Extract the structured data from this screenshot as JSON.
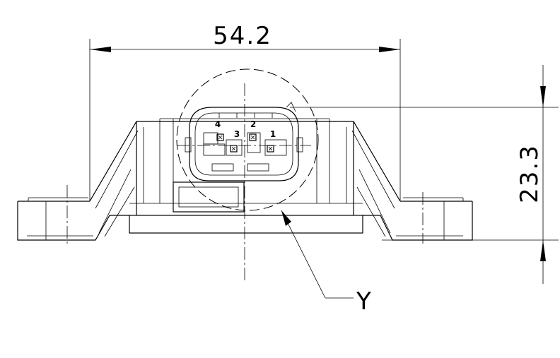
{
  "dimensions": {
    "width": "54.2",
    "height": "23.3"
  },
  "detail_label": "Y",
  "pins": [
    "4",
    "3",
    "2",
    "1"
  ]
}
